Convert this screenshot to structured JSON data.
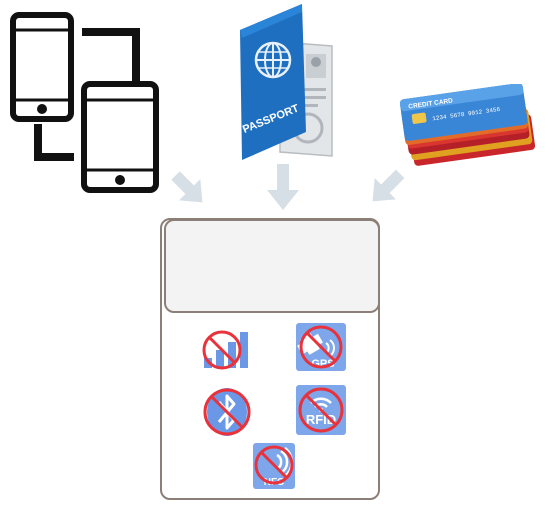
{
  "items": {
    "devices": {
      "icon": "phone-and-tablet-icon"
    },
    "passport": {
      "label": "PASSPORT",
      "icon": "passport-icon"
    },
    "cards": {
      "label": "CREDIT CARD",
      "number": "1234 5678 9012 3456",
      "icon": "credit-cards-icon"
    }
  },
  "arrows": {
    "icon": "arrow-down-icon",
    "color": "#d6dfe5"
  },
  "pouch": {
    "icon": "shielding-pouch-icon",
    "border_color": "#8c7f78",
    "blocked_signals": [
      {
        "id": "cellular",
        "icon": "cellular-signal-icon",
        "label": ""
      },
      {
        "id": "gps",
        "icon": "gps-icon",
        "label": "GPS"
      },
      {
        "id": "bluetooth",
        "icon": "bluetooth-icon",
        "label": ""
      },
      {
        "id": "rfid",
        "icon": "rfid-icon",
        "label": "RFID"
      },
      {
        "id": "nfc",
        "icon": "nfc-icon",
        "label": "NFC"
      }
    ]
  },
  "colors": {
    "signal_blue": "#6a98e6",
    "tile_blue": "#7da7ea",
    "block_red": "#e8323c",
    "passport_blue": "#1f6fc0"
  }
}
